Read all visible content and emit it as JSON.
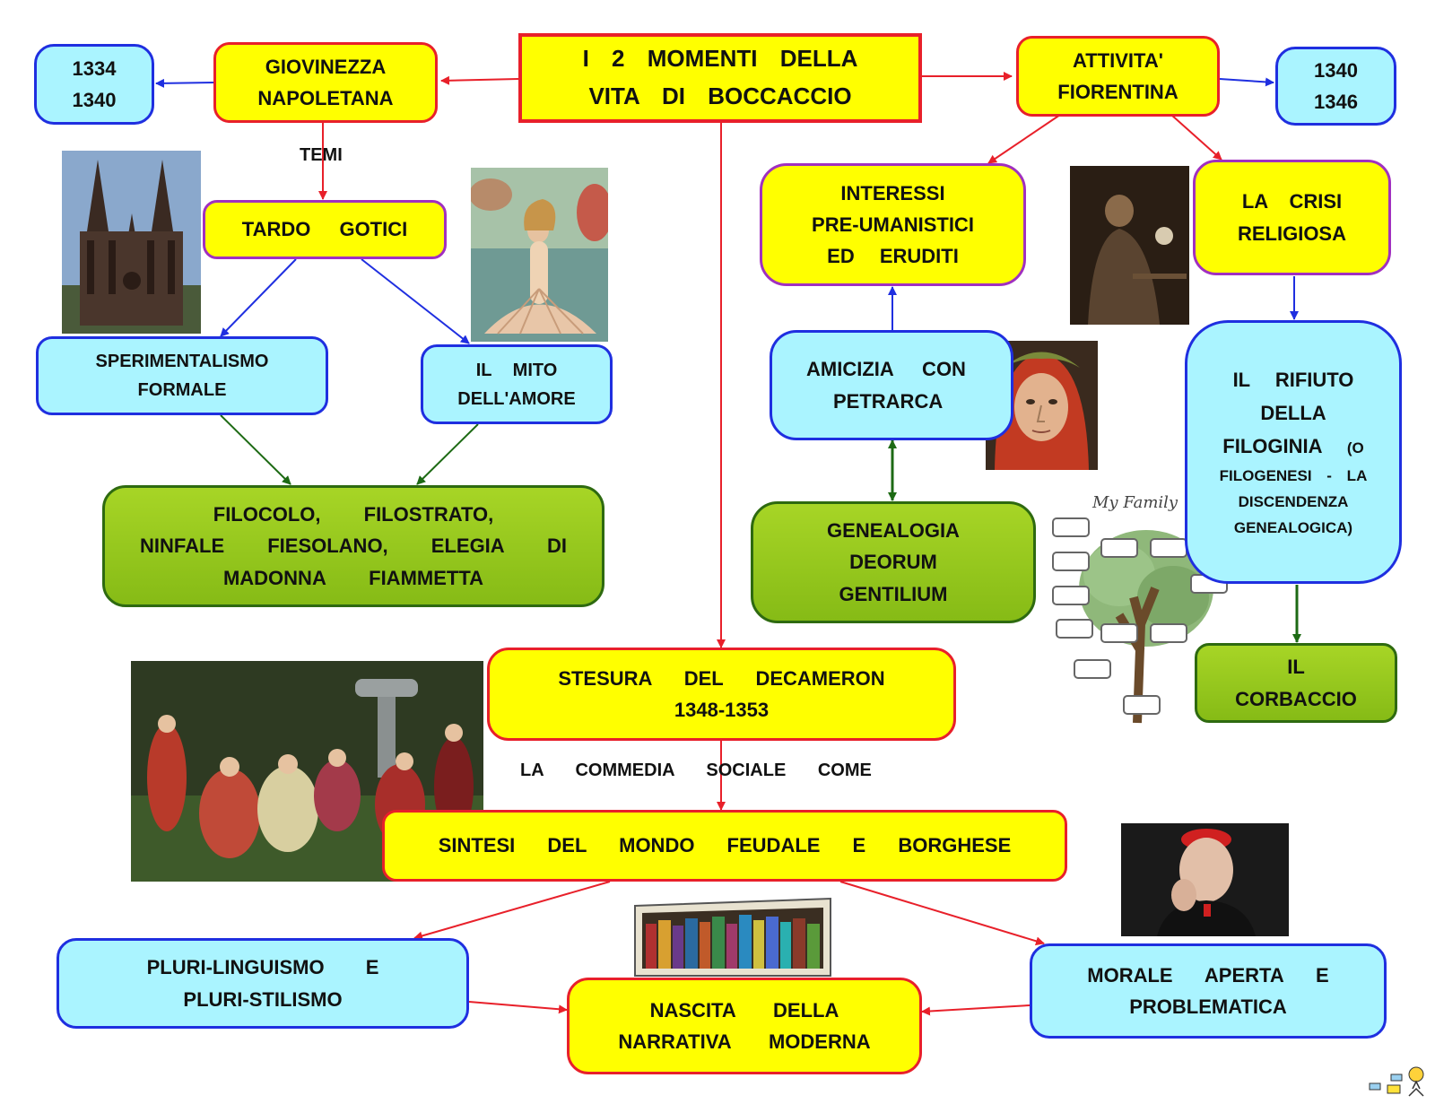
{
  "title": {
    "line1": "I 2 MOMENTI DELLA",
    "line2": "VITA DI BOCCACCIO"
  },
  "giovinezza": {
    "line1": "GIOVINEZZA",
    "line2": "NAPOLETANA"
  },
  "years_left": {
    "line1": "1334",
    "line2": "1340"
  },
  "attivita": {
    "line1": "ATTIVITA'",
    "line2": "FIORENTINA"
  },
  "years_right": {
    "line1": "1340",
    "line2": "1346"
  },
  "temi_label": "TEMI",
  "tardo_gotici": "TARDO GOTICI",
  "sperimentalismo": {
    "line1": "SPERIMENTALISMO",
    "line2": "FORMALE"
  },
  "mito": {
    "line1": "IL MITO",
    "line2": "DELL'AMORE"
  },
  "opere": {
    "line1": "FILOCOLO, FILOSTRATO,",
    "line2": "NINFALE FIESOLANO, ELEGIA DI",
    "line3": "MADONNA FIAMMETTA"
  },
  "interessi": {
    "line1": "INTERESSI",
    "line2": "PRE-UMANISTICI",
    "line3": "ED ERUDITI"
  },
  "crisi": {
    "line1": "LA CRISI",
    "line2": "RELIGIOSA"
  },
  "amicizia": {
    "line1": "AMICIZIA CON",
    "line2": "PETRARCA"
  },
  "genealogia": {
    "line1": "GENEALOGIA",
    "line2": "DEORUM",
    "line3": "GENTILIUM"
  },
  "rifiuto": {
    "line1": "IL RIFIUTO",
    "line2": "DELLA",
    "line3": "FILOGINIA",
    "line3_small": "(O",
    "line4": "FILOGENESI - LA",
    "line5": "DISCENDENZA",
    "line6": "GENEALOGICA)"
  },
  "corbaccio": {
    "line1": "IL",
    "line2": "CORBACCIO"
  },
  "family_tree_caption": "My Family",
  "decameron": {
    "line1": "STESURA DEL DECAMERON",
    "line2": "1348-1353"
  },
  "commedia_label": "LA COMMEDIA SOCIALE COME",
  "sintesi": "SINTESI DEL MONDO FEUDALE E BORGHESE",
  "pluri": {
    "line1": "PLURI-LINGUISMO E",
    "line2": "PLURI-STILISMO"
  },
  "nascita": {
    "line1": "NASCITA DELLA",
    "line2": "NARRATIVA MODERNA"
  },
  "morale": {
    "line1": "MORALE APERTA E",
    "line2": "PROBLEMATICA"
  },
  "colors": {
    "red_arrow": "#e8202a",
    "blue_arrow": "#1f2fe0",
    "green_arrow": "#1d6a14",
    "yellow": "#ffff00",
    "cyan": "#aaf4ff",
    "green": "#98c820"
  }
}
